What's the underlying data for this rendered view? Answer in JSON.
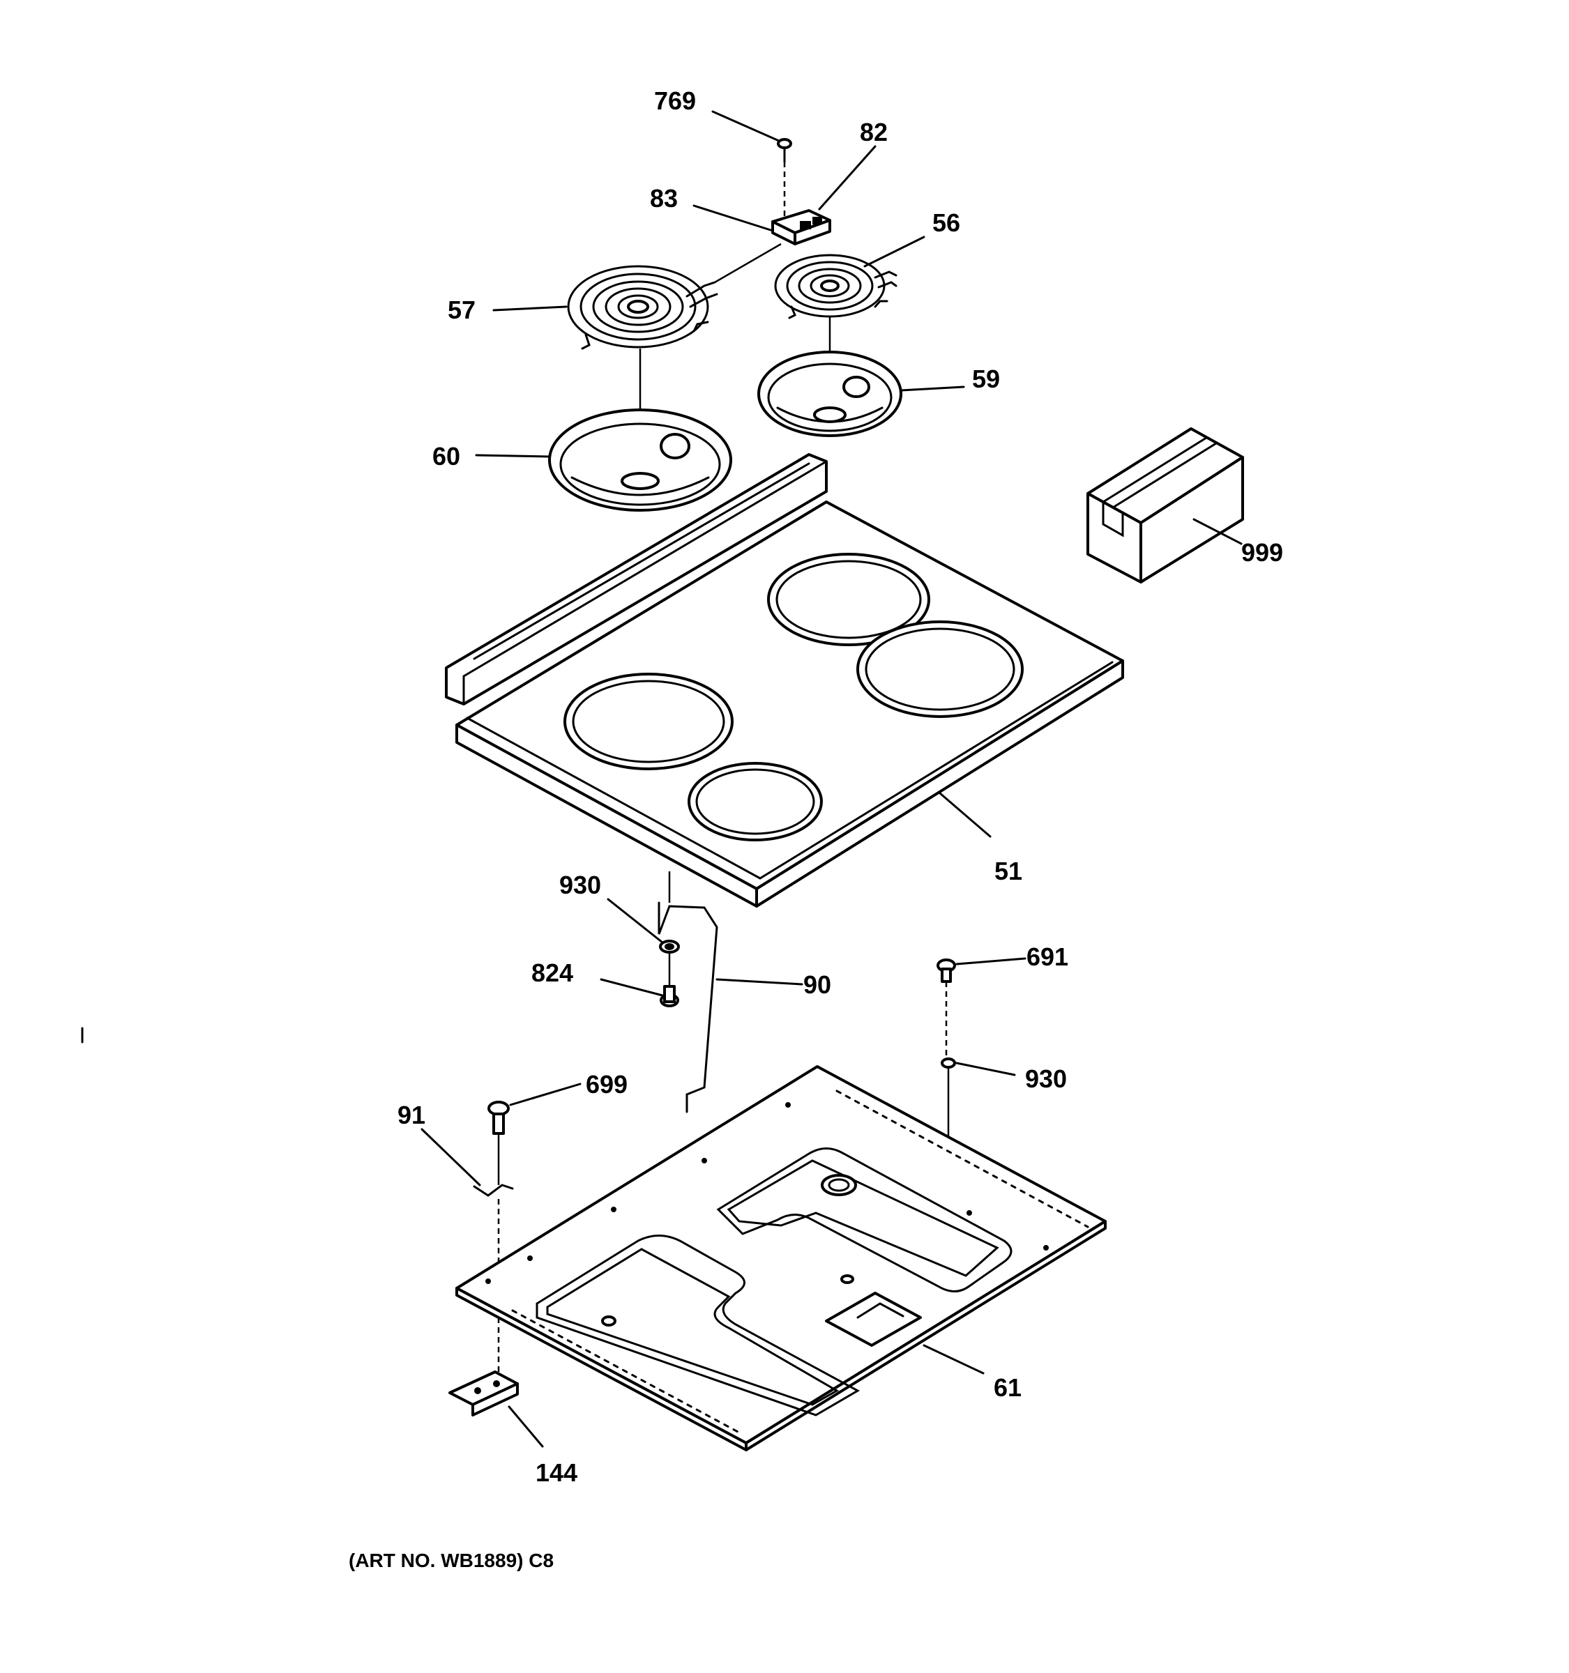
{
  "callouts": {
    "c769": "769",
    "c82": "82",
    "c83": "83",
    "c56": "56",
    "c57": "57",
    "c59": "59",
    "c60": "60",
    "c999": "999",
    "c51": "51",
    "c930a": "930",
    "c824": "824",
    "c90": "90",
    "c691": "691",
    "c930b": "930",
    "c699": "699",
    "c91": "91",
    "c61": "61",
    "c144": "144"
  },
  "caption": "(ART NO. WB1889) C8"
}
